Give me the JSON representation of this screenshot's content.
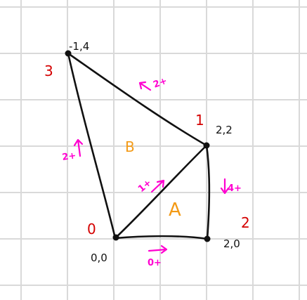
{
  "vertices": [
    {
      "id": "v0",
      "coord": "0,0",
      "index": "0"
    },
    {
      "id": "v1",
      "coord": "2,2",
      "index": "1"
    },
    {
      "id": "v2",
      "coord": "2,0",
      "index": "2"
    },
    {
      "id": "v3",
      "coord": "-1,4",
      "index": "3"
    }
  ],
  "regions": [
    {
      "id": "A",
      "label": "A"
    },
    {
      "id": "B",
      "label": "B"
    }
  ],
  "edge_annotations": [
    {
      "edge": "v3-v1",
      "label": "2+"
    },
    {
      "edge": "v0-v3",
      "label": "2+"
    },
    {
      "edge": "v0-v1",
      "label": "1+"
    },
    {
      "edge": "v1-v2",
      "label": "4+"
    },
    {
      "edge": "v0-v2",
      "label": "0+"
    }
  ],
  "colors": {
    "grid": "#d9d9d9",
    "edge": "#111111",
    "vertex": "#111111",
    "coord_label": "#111111",
    "index_label": "#d40000",
    "region_label": "#f39a16",
    "edge_annotation": "#ff00d0"
  }
}
